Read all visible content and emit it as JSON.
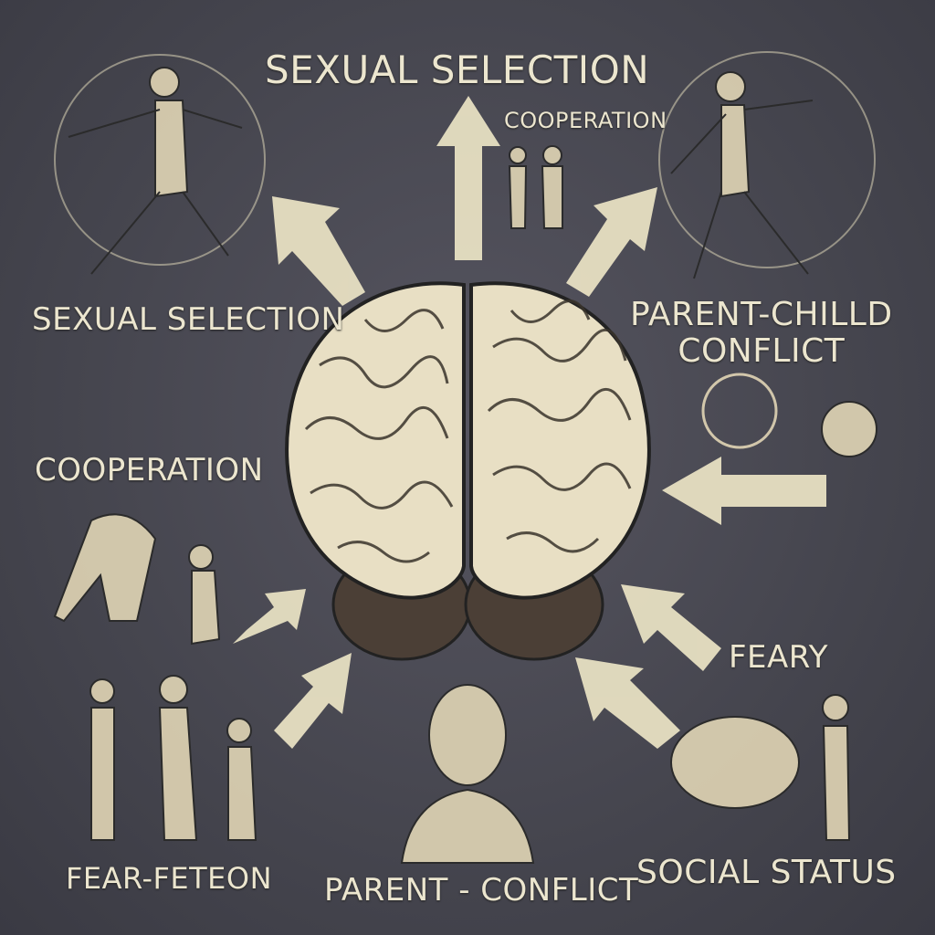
{
  "labels": {
    "top_title": "SEXUAL SELECTION",
    "top_sub": "COOPERATION",
    "left_1": "SEXUAL SELECTION",
    "left_2": "COOPERATION",
    "right_1_line1": "PARENT-CHILLD",
    "right_1_line2": "CONFLICT",
    "right_2": "FEARY",
    "bottom_left": "FEAR-FETEON",
    "bottom_center": "PARENT - CONFLICT",
    "bottom_right": "SOCIAL STATUS"
  },
  "colors": {
    "background": "#48474f",
    "ink": "#ece6cf",
    "brain": "#e8dfc4",
    "arrow": "#efe8c8"
  }
}
